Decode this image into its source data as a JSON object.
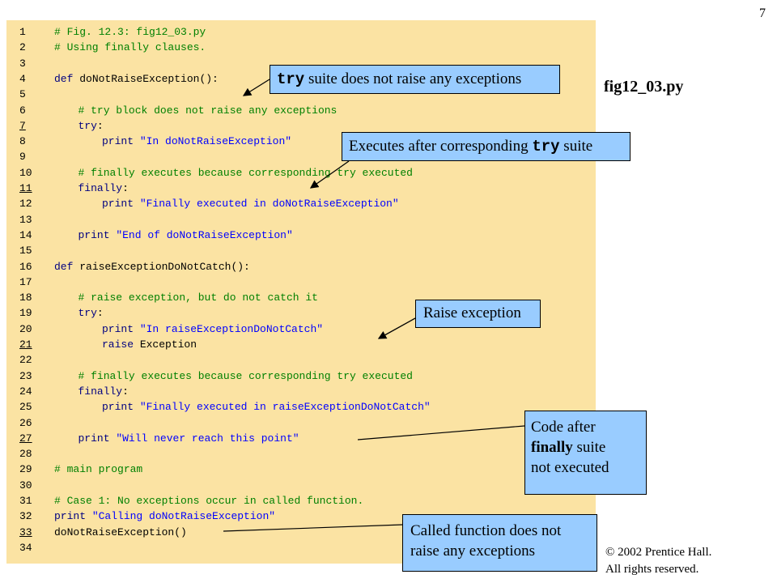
{
  "slide_number": "7",
  "filename": "fig12_03.py",
  "copyright": {
    "line1": "© 2002 Prentice Hall.",
    "line2": "All rights reserved."
  },
  "code_lines": [
    {
      "num": "1",
      "underline": false,
      "indent": 0,
      "tokens": [
        {
          "t": "# Fig. 12.3: fig12_03.py",
          "c": "comment"
        }
      ]
    },
    {
      "num": "2",
      "underline": false,
      "indent": 0,
      "tokens": [
        {
          "t": "# Using finally clauses.",
          "c": "comment"
        }
      ]
    },
    {
      "num": "3",
      "underline": false,
      "indent": 0,
      "tokens": []
    },
    {
      "num": "4",
      "underline": false,
      "indent": 0,
      "tokens": [
        {
          "t": "def ",
          "c": "kw"
        },
        {
          "t": "doNotRaiseException():",
          "c": "id"
        }
      ]
    },
    {
      "num": "5",
      "underline": false,
      "indent": 0,
      "tokens": []
    },
    {
      "num": "6",
      "underline": false,
      "indent": 1,
      "tokens": [
        {
          "t": "# try block does not raise any exceptions",
          "c": "comment"
        }
      ]
    },
    {
      "num": "7",
      "underline": true,
      "indent": 1,
      "tokens": [
        {
          "t": "try",
          "c": "kw"
        },
        {
          "t": ":",
          "c": "id"
        }
      ]
    },
    {
      "num": "8",
      "underline": false,
      "indent": 2,
      "tokens": [
        {
          "t": "print ",
          "c": "kw"
        },
        {
          "t": "\"In doNotRaiseException\"",
          "c": "str"
        }
      ]
    },
    {
      "num": "9",
      "underline": false,
      "indent": 0,
      "tokens": []
    },
    {
      "num": "10",
      "underline": false,
      "indent": 1,
      "tokens": [
        {
          "t": "# finally executes because corresponding try executed",
          "c": "comment"
        }
      ]
    },
    {
      "num": "11",
      "underline": true,
      "indent": 1,
      "tokens": [
        {
          "t": "finally",
          "c": "kw"
        },
        {
          "t": ":",
          "c": "id"
        }
      ]
    },
    {
      "num": "12",
      "underline": false,
      "indent": 2,
      "tokens": [
        {
          "t": "print ",
          "c": "kw"
        },
        {
          "t": "\"Finally executed in doNotRaiseException\"",
          "c": "str"
        }
      ]
    },
    {
      "num": "13",
      "underline": false,
      "indent": 0,
      "tokens": []
    },
    {
      "num": "14",
      "underline": false,
      "indent": 1,
      "tokens": [
        {
          "t": "print ",
          "c": "kw"
        },
        {
          "t": "\"End of doNotRaiseException\"",
          "c": "str"
        }
      ]
    },
    {
      "num": "15",
      "underline": false,
      "indent": 0,
      "tokens": []
    },
    {
      "num": "16",
      "underline": false,
      "indent": 0,
      "tokens": [
        {
          "t": "def ",
          "c": "kw"
        },
        {
          "t": "raiseExceptionDoNotCatch():",
          "c": "id"
        }
      ]
    },
    {
      "num": "17",
      "underline": false,
      "indent": 0,
      "tokens": []
    },
    {
      "num": "18",
      "underline": false,
      "indent": 1,
      "tokens": [
        {
          "t": "# raise exception, but do not catch it",
          "c": "comment"
        }
      ]
    },
    {
      "num": "19",
      "underline": false,
      "indent": 1,
      "tokens": [
        {
          "t": "try",
          "c": "kw"
        },
        {
          "t": ":",
          "c": "id"
        }
      ]
    },
    {
      "num": "20",
      "underline": false,
      "indent": 2,
      "tokens": [
        {
          "t": "print ",
          "c": "kw"
        },
        {
          "t": "\"In raiseExceptionDoNotCatch\"",
          "c": "str"
        }
      ]
    },
    {
      "num": "21",
      "underline": true,
      "indent": 2,
      "tokens": [
        {
          "t": "raise ",
          "c": "kw"
        },
        {
          "t": "Exception",
          "c": "id"
        }
      ]
    },
    {
      "num": "22",
      "underline": false,
      "indent": 0,
      "tokens": []
    },
    {
      "num": "23",
      "underline": false,
      "indent": 1,
      "tokens": [
        {
          "t": "# finally executes because corresponding try executed",
          "c": "comment"
        }
      ]
    },
    {
      "num": "24",
      "underline": false,
      "indent": 1,
      "tokens": [
        {
          "t": "finally",
          "c": "kw"
        },
        {
          "t": ":",
          "c": "id"
        }
      ]
    },
    {
      "num": "25",
      "underline": false,
      "indent": 2,
      "tokens": [
        {
          "t": "print ",
          "c": "kw"
        },
        {
          "t": "\"Finally executed in raiseExceptionDoNotCatch\"",
          "c": "str"
        }
      ]
    },
    {
      "num": "26",
      "underline": false,
      "indent": 0,
      "tokens": []
    },
    {
      "num": "27",
      "underline": true,
      "indent": 1,
      "tokens": [
        {
          "t": "print ",
          "c": "kw"
        },
        {
          "t": "\"Will never reach this point\"",
          "c": "str"
        }
      ]
    },
    {
      "num": "28",
      "underline": false,
      "indent": 0,
      "tokens": []
    },
    {
      "num": "29",
      "underline": false,
      "indent": 0,
      "tokens": [
        {
          "t": "# main program",
          "c": "comment"
        }
      ]
    },
    {
      "num": "30",
      "underline": false,
      "indent": 0,
      "tokens": []
    },
    {
      "num": "31",
      "underline": false,
      "indent": 0,
      "tokens": [
        {
          "t": "# Case 1: No exceptions occur in called function.",
          "c": "comment"
        }
      ]
    },
    {
      "num": "32",
      "underline": false,
      "indent": 0,
      "tokens": [
        {
          "t": "print ",
          "c": "kw"
        },
        {
          "t": "\"Calling doNotRaiseException\"",
          "c": "str"
        }
      ]
    },
    {
      "num": "33",
      "underline": true,
      "indent": 0,
      "tokens": [
        {
          "t": "doNotRaiseException()",
          "c": "id"
        }
      ]
    },
    {
      "num": "34",
      "underline": false,
      "indent": 0,
      "tokens": []
    }
  ],
  "callouts": {
    "try_suite": {
      "code": "try",
      "text": " suite does not raise any exceptions"
    },
    "executes_after": {
      "text": "Executes after corresponding ",
      "code": "try",
      "text2": " suite"
    },
    "raise_exception": {
      "text": "Raise exception"
    },
    "code_after_finally": {
      "line1": "Code after",
      "line2_bold": "finally",
      "line2_rest": " suite",
      "line3": "not executed"
    },
    "called_function": {
      "line1": "Called function does not",
      "line2": "raise any exceptions"
    }
  }
}
